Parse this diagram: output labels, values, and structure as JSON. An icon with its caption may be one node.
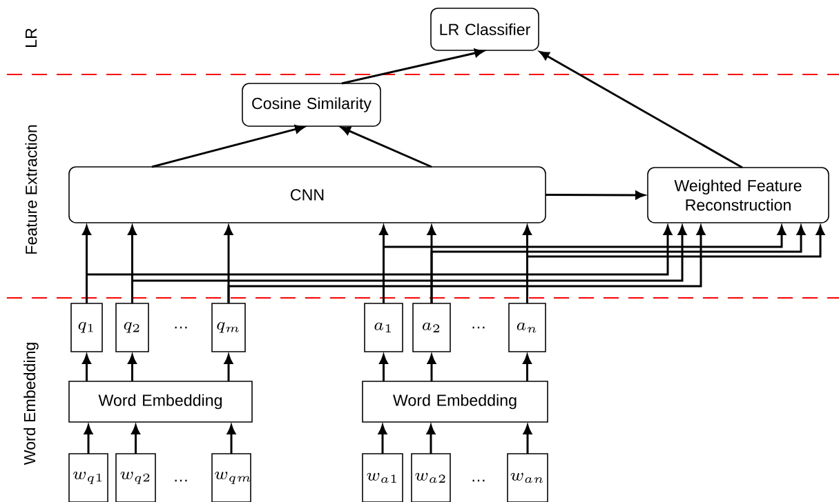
{
  "diagram": {
    "nodes": [
      {
        "text": [
          "LR Classifier"
        ]
      },
      {
        "text": [
          "Cosine Similarity"
        ]
      },
      {
        "text": [
          "CNN"
        ]
      },
      {
        "text": [
          "Weighted Feature Reconstruction"
        ]
      },
      {
        "text": [
          "q_1"
        ]
      },
      {
        "text": [
          "q_2"
        ]
      },
      {
        "text": [
          "q_m"
        ]
      },
      {
        "text": [
          "a_1"
        ]
      },
      {
        "text": [
          "a_2"
        ]
      },
      {
        "text": [
          "a_n"
        ]
      },
      {
        "text": [
          "Word Embedding"
        ]
      },
      {
        "text": [
          "Word Embedding"
        ]
      },
      {
        "text": [
          "w_{q1}"
        ]
      },
      {
        "text": [
          "w_{q2}"
        ]
      },
      {
        "text": [
          "w_{qm}"
        ]
      },
      {
        "text": [
          "w_{a1}"
        ]
      },
      {
        "text": [
          "w_{a2}"
        ]
      },
      {
        "text": [
          "w_{an}"
        ]
      }
    ],
    "edges": [
      {
        "from": 1,
        "to": 0,
        "arrow": "to"
      },
      {
        "from": 3,
        "to": 0,
        "arrow": "to"
      },
      {
        "from": 2,
        "to": 1,
        "arrow": "to"
      },
      {
        "from": 2,
        "to": 1,
        "arrow": "to"
      },
      {
        "from": 2,
        "to": 3,
        "arrow": "to"
      },
      {
        "from": 4,
        "to": 2,
        "arrow": "to"
      },
      {
        "from": 5,
        "to": 2,
        "arrow": "to"
      },
      {
        "from": 6,
        "to": 2,
        "arrow": "to"
      },
      {
        "from": 7,
        "to": 2,
        "arrow": "to"
      },
      {
        "from": 8,
        "to": 2,
        "arrow": "to"
      },
      {
        "from": 9,
        "to": 2,
        "arrow": "to"
      },
      {
        "from": 4,
        "to": 3,
        "arrow": "to"
      },
      {
        "from": 5,
        "to": 3,
        "arrow": "to"
      },
      {
        "from": 6,
        "to": 3,
        "arrow": "to"
      },
      {
        "from": 7,
        "to": 3,
        "arrow": "to"
      },
      {
        "from": 8,
        "to": 3,
        "arrow": "to"
      },
      {
        "from": 9,
        "to": 3,
        "arrow": "to"
      },
      {
        "from": 10,
        "to": 4,
        "arrow": "to"
      },
      {
        "from": 10,
        "to": 5,
        "arrow": "to"
      },
      {
        "from": 10,
        "to": 6,
        "arrow": "to"
      },
      {
        "from": 11,
        "to": 7,
        "arrow": "to"
      },
      {
        "from": 11,
        "to": 8,
        "arrow": "to"
      },
      {
        "from": 11,
        "to": 9,
        "arrow": "to"
      },
      {
        "from": 12,
        "to": 10,
        "arrow": "to"
      },
      {
        "from": 13,
        "to": 10,
        "arrow": "to"
      },
      {
        "from": 14,
        "to": 10,
        "arrow": "to"
      },
      {
        "from": 15,
        "to": 11,
        "arrow": "to"
      },
      {
        "from": 16,
        "to": 11,
        "arrow": "to"
      },
      {
        "from": 17,
        "to": 11,
        "arrow": "to"
      }
    ],
    "labels": [
      "LR",
      "Feature Extraction",
      "…",
      "…",
      "Word Embedding",
      "…",
      "…"
    ]
  }
}
